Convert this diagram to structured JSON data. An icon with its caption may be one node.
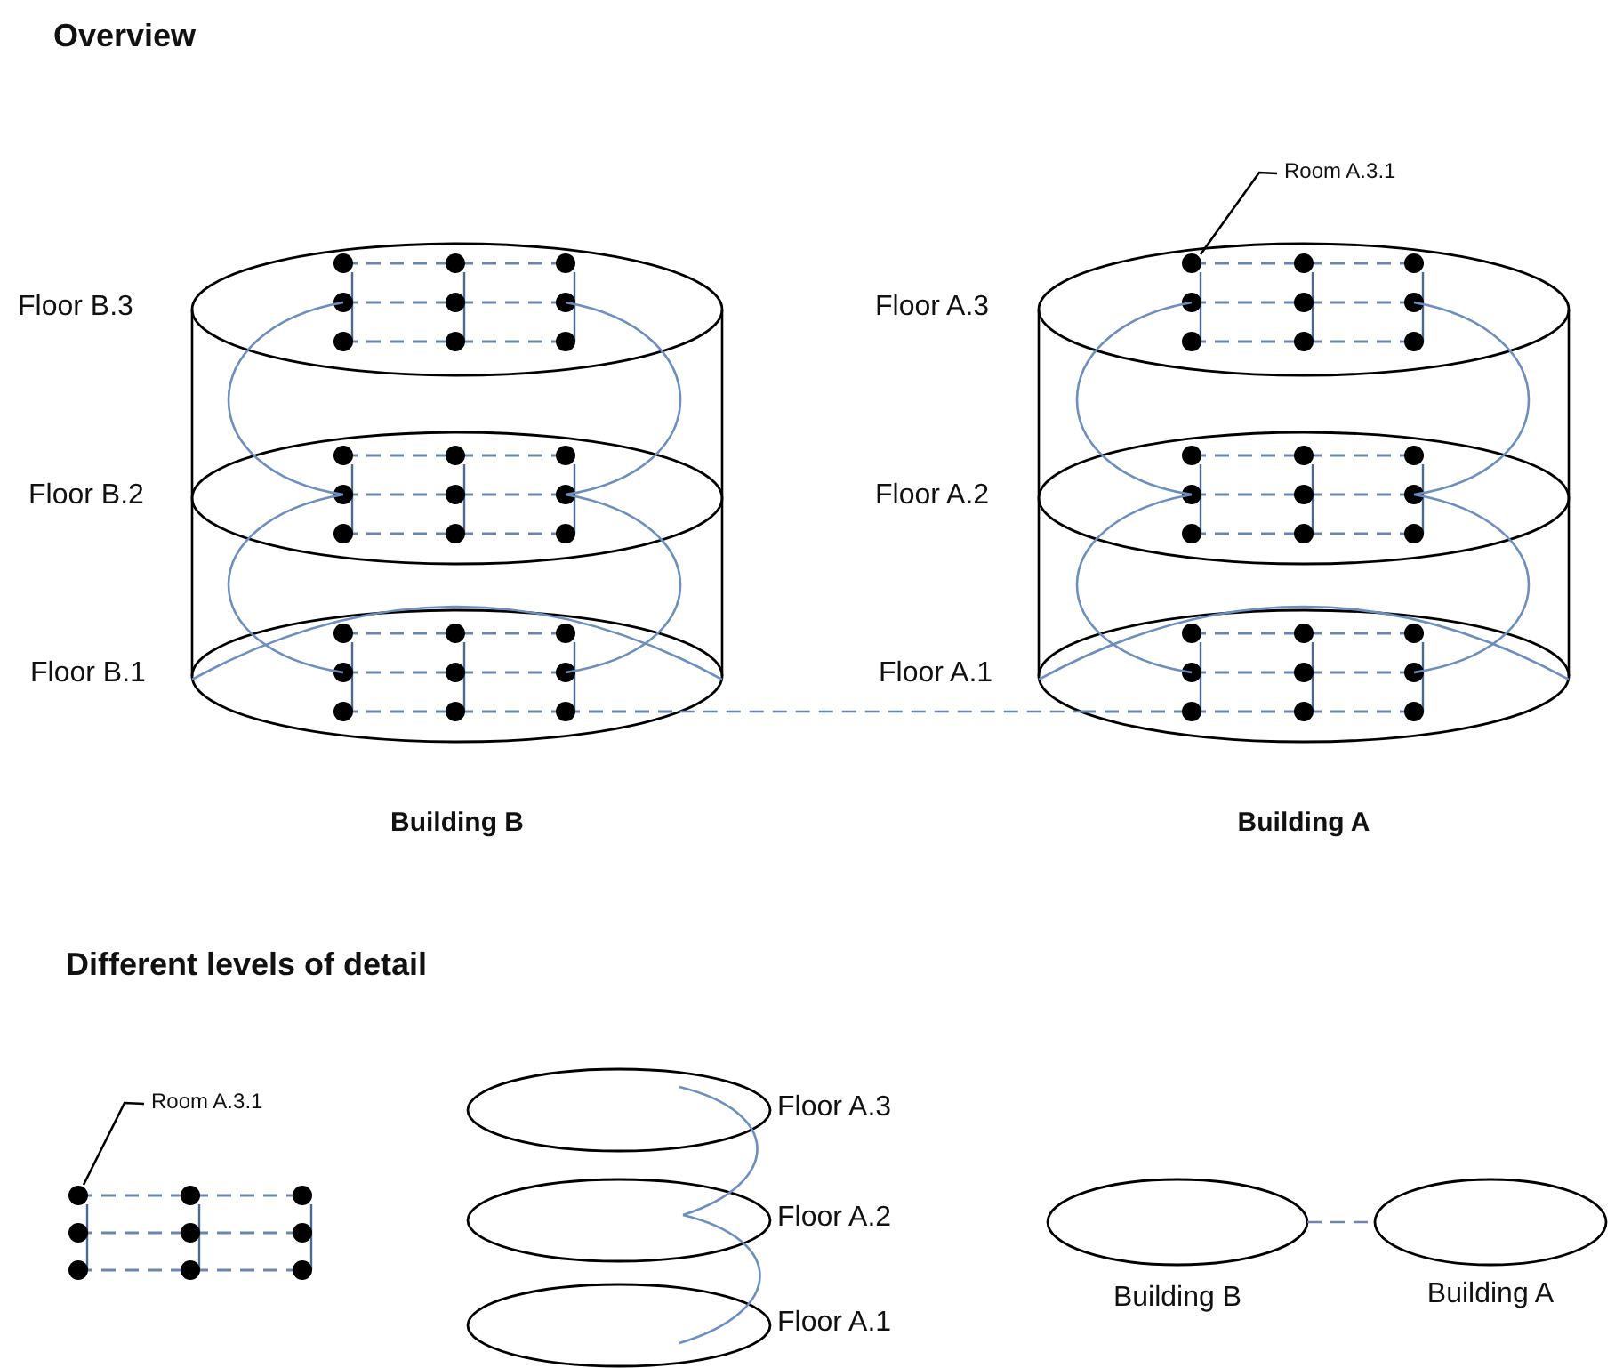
{
  "diagram": {
    "nodes": [
      {
        "text": [
          "Building B"
        ]
      },
      {
        "text": [
          "Floor B.3"
        ],
        "in": 0
      },
      {
        "text": [
          "Floor B.2"
        ],
        "in": 0
      },
      {
        "text": [
          "Floor B.1"
        ],
        "in": 0
      },
      {
        "text": [
          "Building A"
        ]
      },
      {
        "text": [
          "Room A.3.1"
        ]
      },
      {
        "text": [
          "Floor A.3"
        ],
        "in": 4
      },
      {
        "text": [
          "Floor A.2"
        ],
        "in": 4
      },
      {
        "text": [
          "Floor A.1"
        ],
        "in": 4
      },
      {
        "text": [
          "Room A.3.1"
        ]
      },
      {
        "text": [
          "Floor A.3"
        ]
      },
      {
        "text": [
          "Floor A.2"
        ]
      },
      {
        "text": [
          "Floor A.1"
        ]
      },
      {
        "text": [
          "Building B"
        ]
      },
      {
        "text": [
          "Building A"
        ]
      },
      {
        "text": [],
        "shape": "picture"
      }
    ],
    "edges": [
      {
        "from": 3,
        "to": 8,
        "arrow": "none",
        "style": "dashed",
        "color": "#6a86ad"
      },
      {
        "from": 5,
        "to": 6,
        "arrow": "none",
        "color": "#000000"
      },
      {
        "from": 9,
        "to": 15,
        "arrow": "none",
        "color": "#000000"
      },
      {
        "from": 13,
        "to": 14,
        "arrow": "none",
        "style": "dashed",
        "color": "#6a86ad"
      },
      {
        "from": 1,
        "to": 2,
        "arrow": "none",
        "color": "#6d8fbf"
      },
      {
        "from": 1,
        "to": 2,
        "arrow": "none",
        "color": "#6d8fbf"
      },
      {
        "from": 2,
        "to": 3,
        "arrow": "none",
        "color": "#6d8fbf"
      },
      {
        "from": 2,
        "to": 3,
        "arrow": "none",
        "color": "#6d8fbf"
      },
      {
        "from": 6,
        "to": 7,
        "arrow": "none",
        "color": "#6d8fbf"
      },
      {
        "from": 6,
        "to": 7,
        "arrow": "none",
        "color": "#6d8fbf"
      },
      {
        "from": 7,
        "to": 8,
        "arrow": "none",
        "color": "#6d8fbf"
      },
      {
        "from": 7,
        "to": 8,
        "arrow": "none",
        "color": "#6d8fbf"
      },
      {
        "from": 10,
        "to": 11,
        "arrow": "none",
        "color": "#6d8fbf"
      },
      {
        "from": 11,
        "to": 12,
        "arrow": "none",
        "color": "#6d8fbf"
      }
    ],
    "labels": [
      "Overview",
      "Different levels of detail"
    ]
  }
}
